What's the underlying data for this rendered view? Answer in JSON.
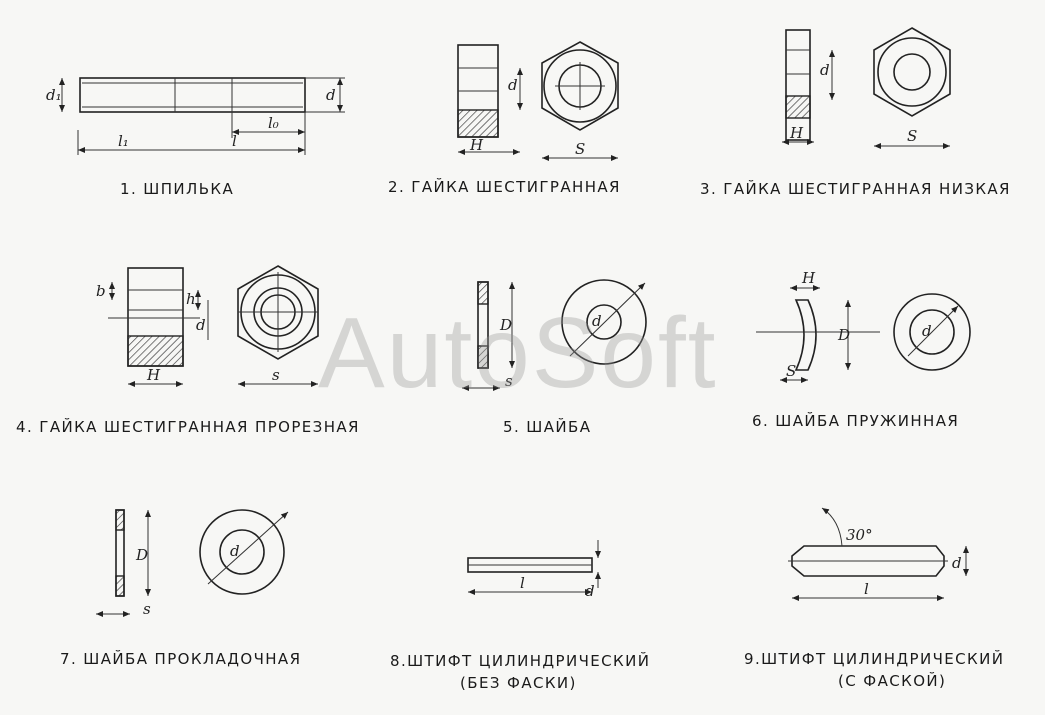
{
  "captions": {
    "c1": "1. ШПИЛЬКА",
    "c2": "2. ГАЙКА ШЕСТИГРАННАЯ",
    "c3": "3. ГАЙКА ШЕСТИГРАННАЯ НИЗКАЯ",
    "c4": "4. ГАЙКА ШЕСТИГРАННАЯ ПРОРЕЗНАЯ",
    "c5": "5. ШАЙБА",
    "c6": "6. ШАЙБА ПРУЖИННАЯ",
    "c7": "7. ШАЙБА ПРОКЛАДОЧНАЯ",
    "c8_line1": "8.ШТИФТ ЦИЛИНДРИЧЕСКИЙ",
    "c8_line2": "(БЕЗ ФАСКИ)",
    "c9_line1": "9.ШТИФТ ЦИЛИНДРИЧЕСКИЙ",
    "c9_line2": "(С ФАСКОЙ)"
  },
  "dimension_labels": {
    "d1": "d₁",
    "d": "d",
    "l1": "l₁",
    "l": "l",
    "l0": "l₀",
    "H": "H",
    "S": "S",
    "s": "s",
    "b": "b",
    "h": "h",
    "D": "D",
    "angle": "30°"
  },
  "watermark": "AutoSoft"
}
